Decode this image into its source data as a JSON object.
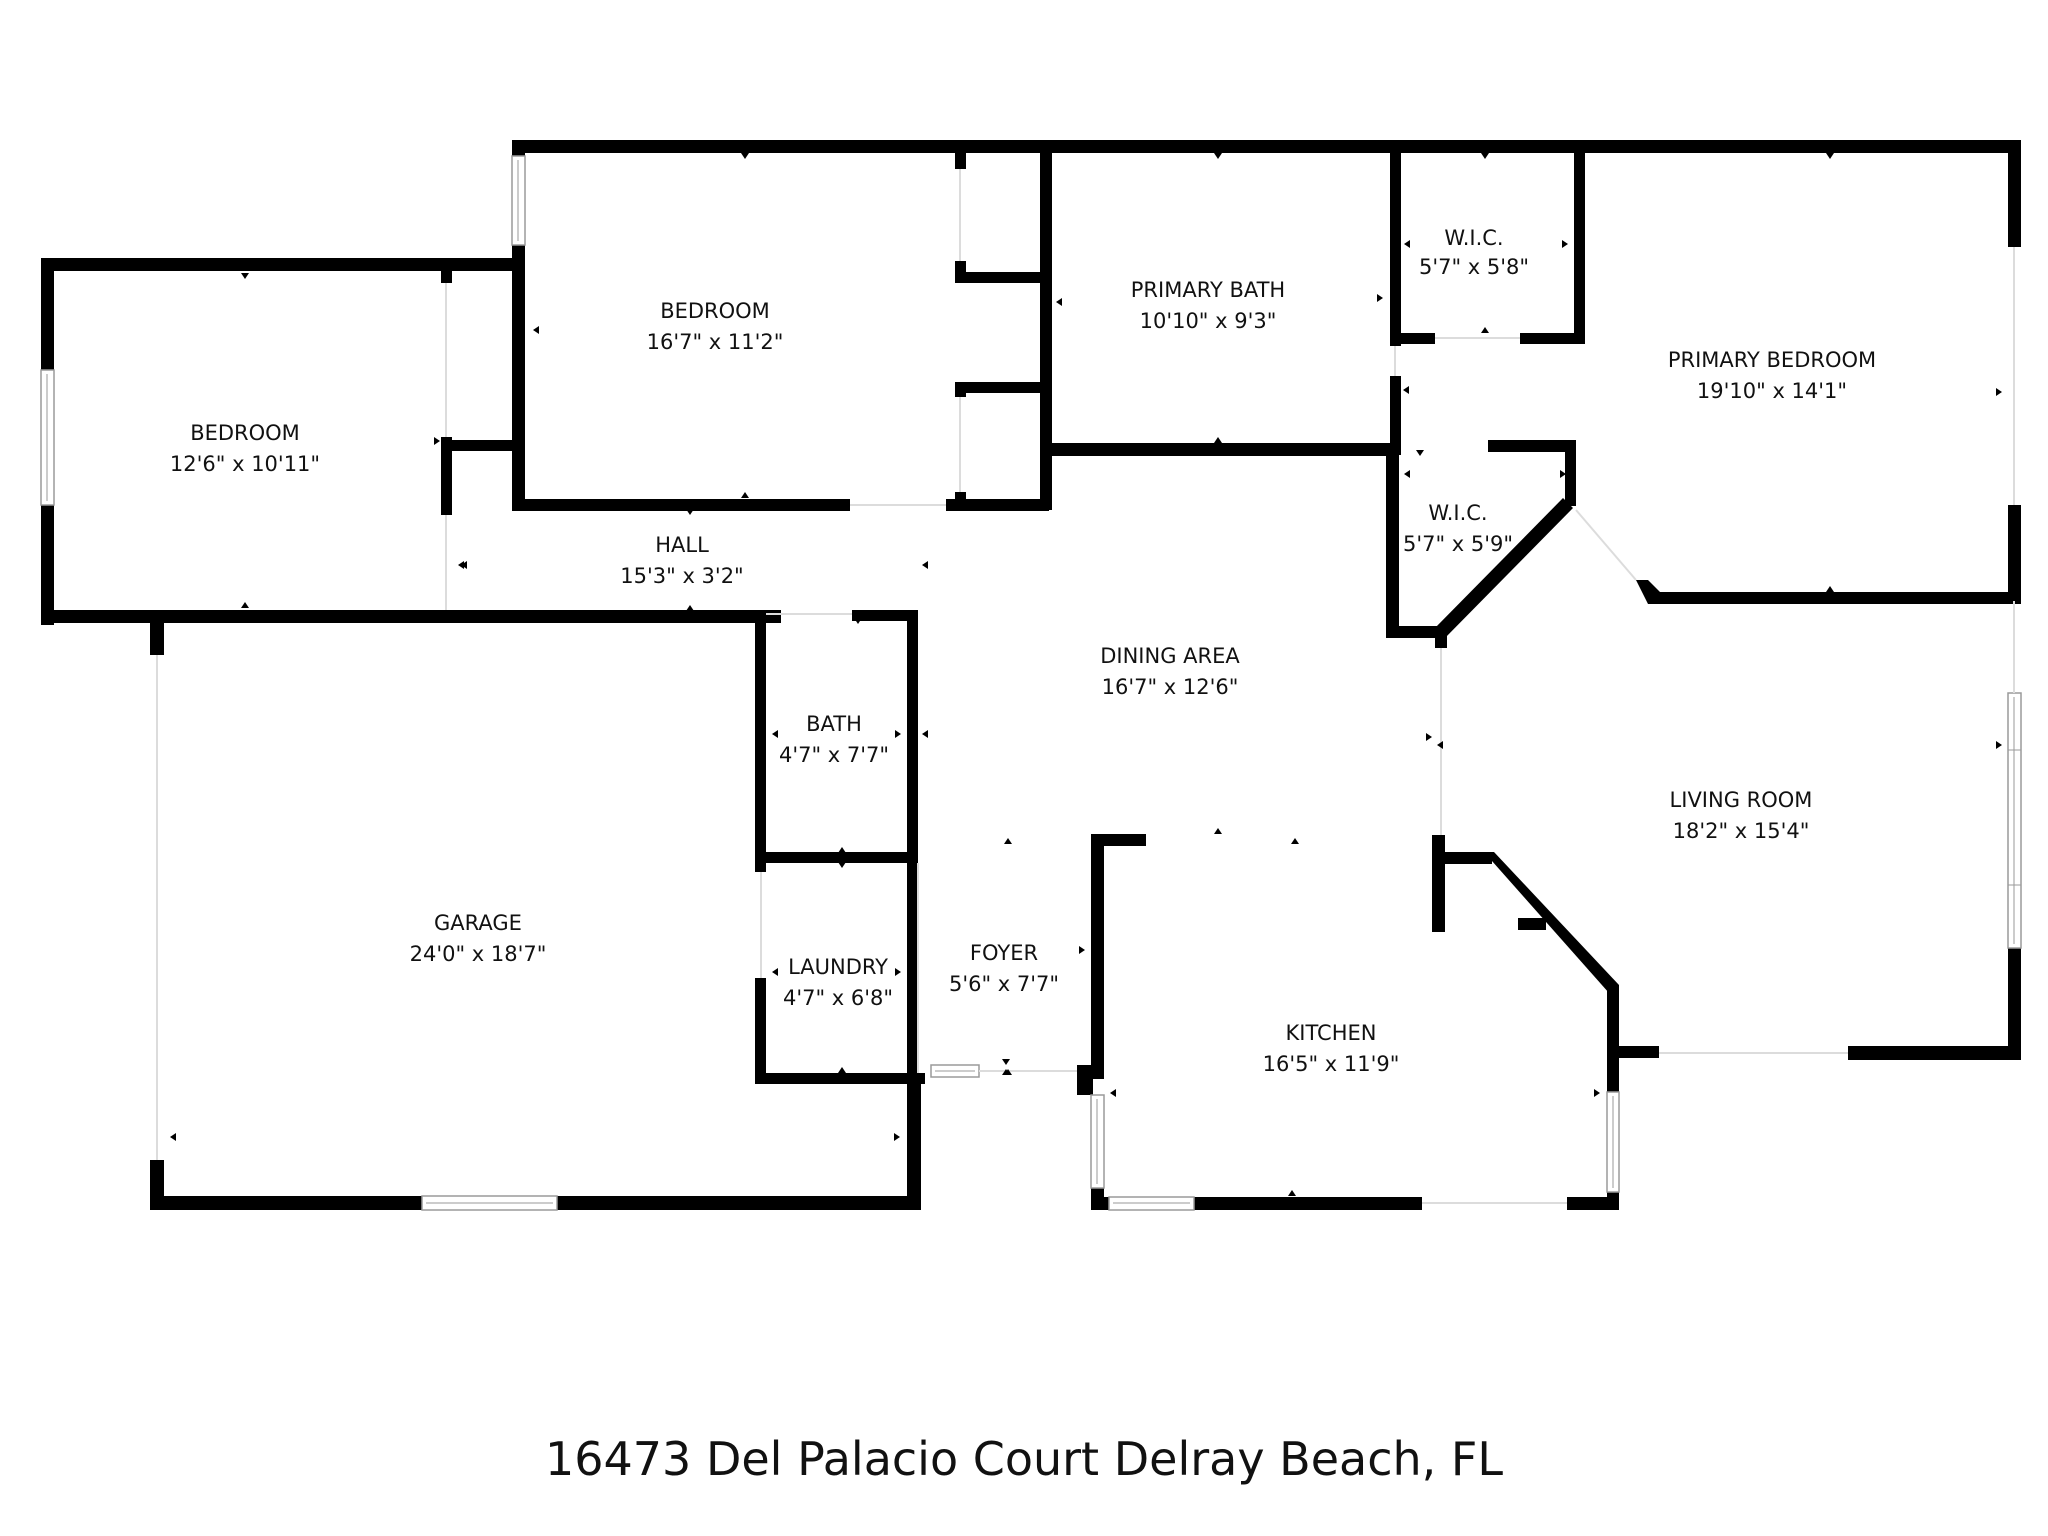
{
  "address": "16473 Del Palacio Court Delray Beach, FL",
  "rooms": {
    "bedroom_west": {
      "name": "BEDROOM",
      "dims": "12'6\" x 10'11\""
    },
    "bedroom_north": {
      "name": "BEDROOM",
      "dims": "16'7\" x 11'2\""
    },
    "primary_bath": {
      "name": "PRIMARY BATH",
      "dims": "10'10\" x 9'3\""
    },
    "wic_north": {
      "name": "W.I.C.",
      "dims": "5'7\" x 5'8\""
    },
    "primary_bedroom": {
      "name": "PRIMARY BEDROOM",
      "dims": "19'10\" x 14'1\""
    },
    "wic_south": {
      "name": "W.I.C.",
      "dims": "5'7\" x 5'9\""
    },
    "hall": {
      "name": "HALL",
      "dims": "15'3\" x 3'2\""
    },
    "dining_area": {
      "name": "DINING AREA",
      "dims": "16'7\" x 12'6\""
    },
    "bath": {
      "name": "BATH",
      "dims": "4'7\" x 7'7\""
    },
    "living_room": {
      "name": "LIVING ROOM",
      "dims": "18'2\" x 15'4\""
    },
    "garage": {
      "name": "GARAGE",
      "dims": "24'0\" x 18'7\""
    },
    "laundry": {
      "name": "LAUNDRY",
      "dims": "4'7\" x 6'8\""
    },
    "foyer": {
      "name": "FOYER",
      "dims": "5'6\" x 7'7\""
    },
    "kitchen": {
      "name": "KITCHEN",
      "dims": "16'5\" x 11'9\""
    }
  }
}
